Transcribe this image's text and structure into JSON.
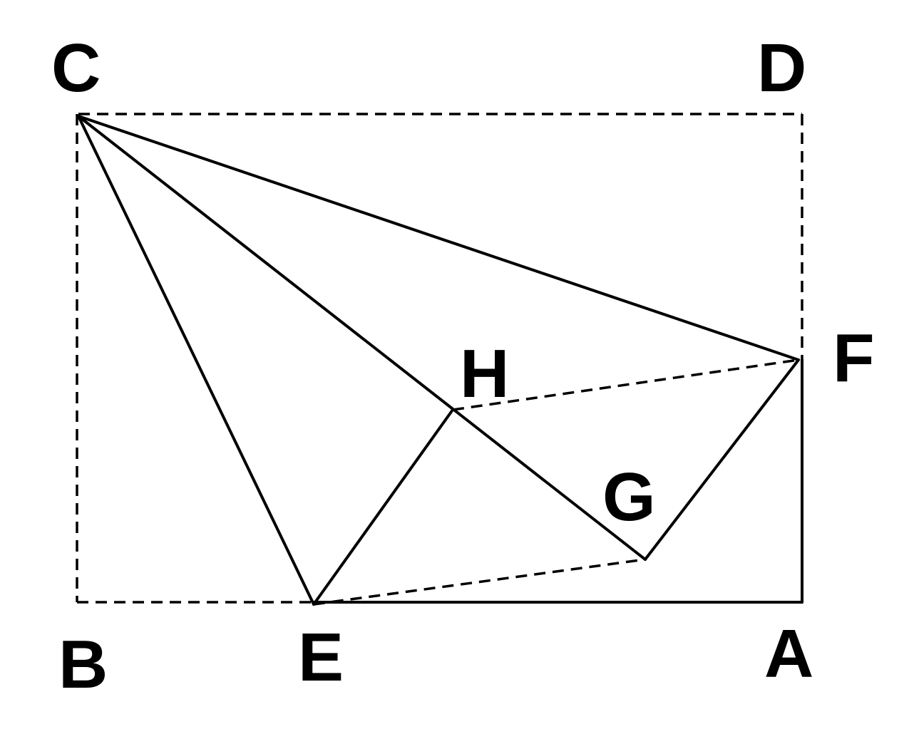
{
  "figure": {
    "points": {
      "A": {
        "label": "A"
      },
      "B": {
        "label": "B"
      },
      "C": {
        "label": "C"
      },
      "D": {
        "label": "D"
      },
      "E": {
        "label": "E"
      },
      "F": {
        "label": "F"
      },
      "G": {
        "label": "G"
      },
      "H": {
        "label": "H"
      }
    },
    "segments": [
      {
        "from": "C",
        "to": "D",
        "style": "dashed"
      },
      {
        "from": "D",
        "to": "F",
        "style": "dashed"
      },
      {
        "from": "C",
        "to": "B",
        "style": "dashed"
      },
      {
        "from": "B",
        "to": "E",
        "style": "dashed"
      },
      {
        "from": "H",
        "to": "F",
        "style": "dashed"
      },
      {
        "from": "E",
        "to": "G",
        "style": "dashed"
      },
      {
        "from": "C",
        "to": "F",
        "style": "solid"
      },
      {
        "from": "C",
        "to": "E",
        "style": "solid"
      },
      {
        "from": "C",
        "to": "G",
        "style": "solid"
      },
      {
        "from": "E",
        "to": "H",
        "style": "solid"
      },
      {
        "from": "G",
        "to": "F",
        "style": "solid"
      },
      {
        "from": "F",
        "to": "A",
        "style": "solid"
      },
      {
        "from": "E",
        "to": "A",
        "style": "solid"
      }
    ]
  }
}
